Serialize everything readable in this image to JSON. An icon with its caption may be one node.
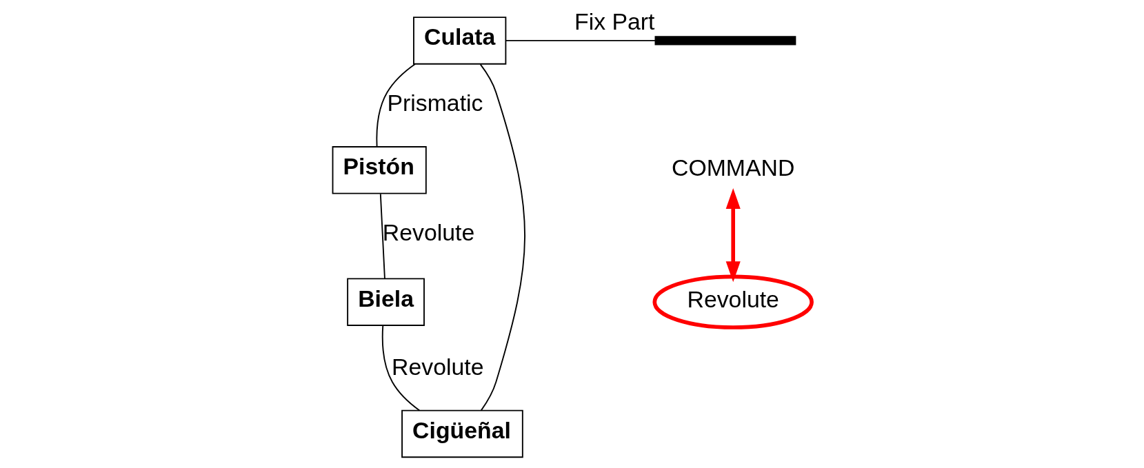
{
  "diagram": {
    "nodes": [
      {
        "text": [
          "Culata"
        ]
      },
      {
        "text": [
          "Pistón"
        ]
      },
      {
        "text": [
          "Biela"
        ]
      },
      {
        "text": [
          "Cigüeñal"
        ]
      },
      {
        "text": [
          "Revolute"
        ]
      },
      {
        "text": [
          "COMMAND"
        ]
      },
      {
        "text": [],
        "shape": "ground",
        "beside": [
          "Fix Part"
        ]
      }
    ],
    "edges": [
      {
        "from": 0,
        "to": 6,
        "arrow": "none"
      },
      {
        "from": 0,
        "to": 1,
        "arrow": "none",
        "label": "Prismatic"
      },
      {
        "from": 1,
        "to": 2,
        "arrow": "none",
        "label": "Revolute"
      },
      {
        "from": 2,
        "to": 3,
        "arrow": "none",
        "label": "Revolute"
      },
      {
        "from": 0,
        "to": 3,
        "arrow": "none"
      },
      {
        "from": 5,
        "to": 4,
        "arrow": "both",
        "style": "thick",
        "color": "#ff0000"
      }
    ]
  }
}
